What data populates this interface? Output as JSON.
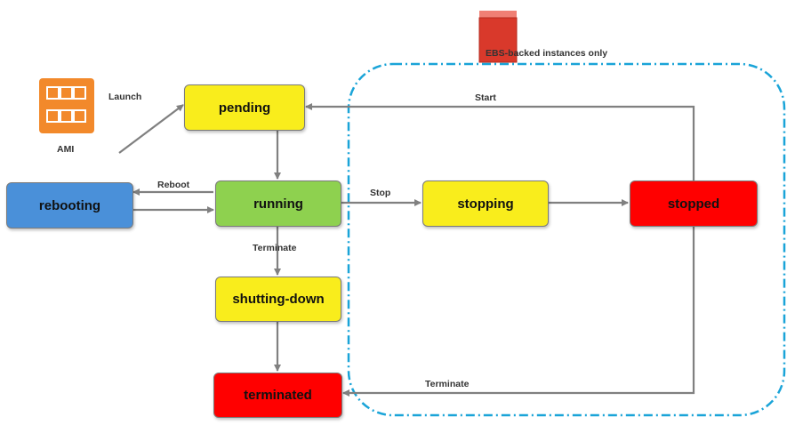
{
  "colors": {
    "yellow": "#f9ed1c",
    "green": "#8ed14f",
    "blue": "#4a90d9",
    "red": "#ff0000",
    "dashed_border": "#1aa4d8",
    "arrow": "#808080",
    "ami_orange": "#f2892b",
    "ebs_red": "#d9392b"
  },
  "icons": {
    "ami": "ami-icon",
    "ebs": "ebs-volume-icon"
  },
  "labels": {
    "ami": "AMI",
    "ebs_region": "EBS-backed instances only"
  },
  "states": {
    "pending": "pending",
    "running": "running",
    "rebooting": "rebooting",
    "stopping": "stopping",
    "stopped": "stopped",
    "shutting_down": "shutting-down",
    "terminated": "terminated"
  },
  "transitions": {
    "launch": "Launch",
    "reboot": "Reboot",
    "stop": "Stop",
    "start": "Start",
    "terminate_running": "Terminate",
    "terminate_stopped": "Terminate"
  }
}
